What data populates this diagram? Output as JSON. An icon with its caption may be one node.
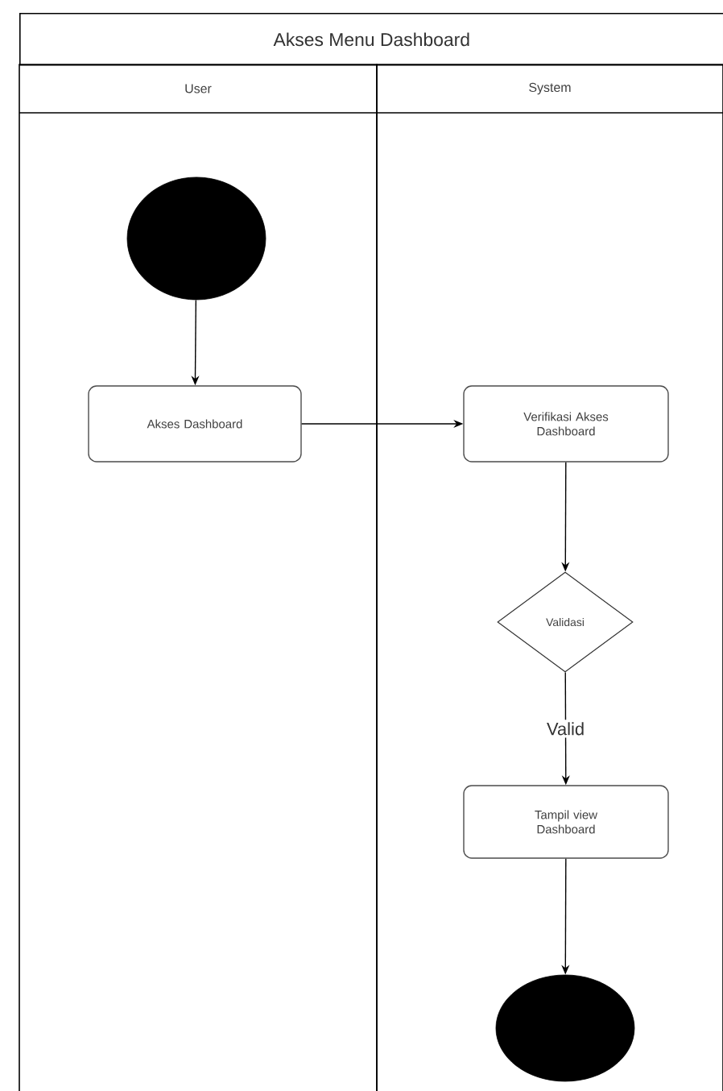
{
  "diagram": {
    "title": "Akses Menu Dashboard",
    "nodes": [
      {
        "text": [
          "User"
        ]
      },
      {
        "text": [
          "System"
        ]
      },
      {
        "text": [],
        "shape": "circle",
        "in": 0
      },
      {
        "text": [
          "Akses Dashboard"
        ],
        "in": 0
      },
      {
        "text": [
          "Verifikasi Akses Dashboard"
        ],
        "in": 1
      },
      {
        "text": [
          "Validasi"
        ],
        "in": 1
      },
      {
        "text": [
          "Tampil view Dashboard"
        ],
        "in": 1
      },
      {
        "text": [],
        "shape": "circle",
        "in": 1
      }
    ],
    "edges": [
      {
        "from": 2,
        "to": 3,
        "arrow": "to"
      },
      {
        "from": 3,
        "to": 4,
        "arrow": "to"
      },
      {
        "from": 4,
        "to": 5,
        "arrow": "to"
      },
      {
        "from": 5,
        "to": 6,
        "arrow": "to",
        "label": "Valid"
      },
      {
        "from": 6,
        "to": 7,
        "arrow": "to"
      }
    ]
  }
}
